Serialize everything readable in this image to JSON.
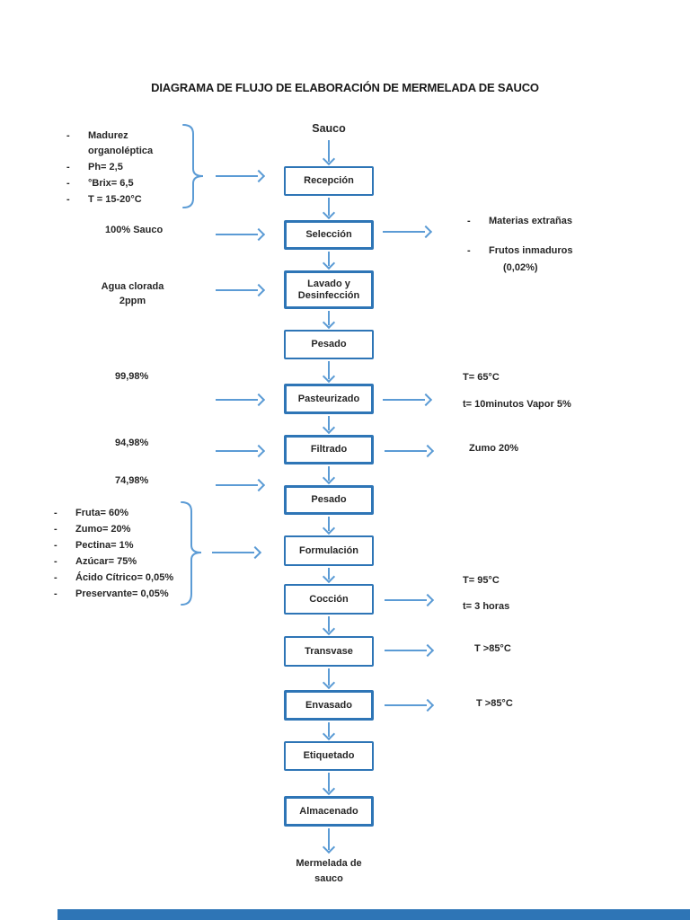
{
  "title": "DIAGRAMA DE FLUJO DE ELABORACIÓN DE MERMELADA DE SAUCO",
  "glyphs": {
    "dash": "-"
  },
  "flow": {
    "start_label": "Sauco",
    "steps": [
      "Recepción",
      "Selección",
      "Lavado y Desinfección",
      "Pesado",
      "Pasteurizado",
      "Filtrado",
      "Pesado",
      "Formulación",
      "Cocción",
      "Transvase",
      "Envasado",
      "Etiquetado",
      "Almacenado"
    ],
    "end_label_line1": "Mermelada de",
    "end_label_line2": "sauco"
  },
  "inputs": {
    "recepcion": {
      "items": [
        "Madurez organoléptica",
        "Ph= 2,5",
        "°Brix= 6,5",
        "T = 15-20°C"
      ]
    },
    "seleccion": "100% Sauco",
    "lavado_line1": "Agua clorada",
    "lavado_line2": "2ppm",
    "pasteurizado": "99,98%",
    "filtrado": "94,98%",
    "pesado2": "74,98%",
    "formulacion": {
      "items": [
        "Fruta= 60%",
        "Zumo= 20%",
        "Pectina= 1%",
        "Azúcar= 75%",
        "Ácido Cítrico= 0,05%",
        "Preservante= 0,05%"
      ]
    }
  },
  "outputs": {
    "seleccion_item1": "Materias extrañas",
    "seleccion_item2": "Frutos inmaduros",
    "seleccion_item2_note": "(0,02%)",
    "pasteurizado_line1": "T= 65°C",
    "pasteurizado_line2": "t= 10minutos Vapor 5%",
    "filtrado": "Zumo 20%",
    "coccion_line1": "T= 95°C",
    "coccion_line2": "t= 3 horas",
    "transvase": "T >85°C",
    "envasado": "T >85°C"
  },
  "colors": {
    "box_border": "#2E75B6",
    "arrow": "#5B9BD5",
    "text": "#262626",
    "footer_bar": "#2E75B6",
    "page_bg": "#FFFFFF"
  }
}
